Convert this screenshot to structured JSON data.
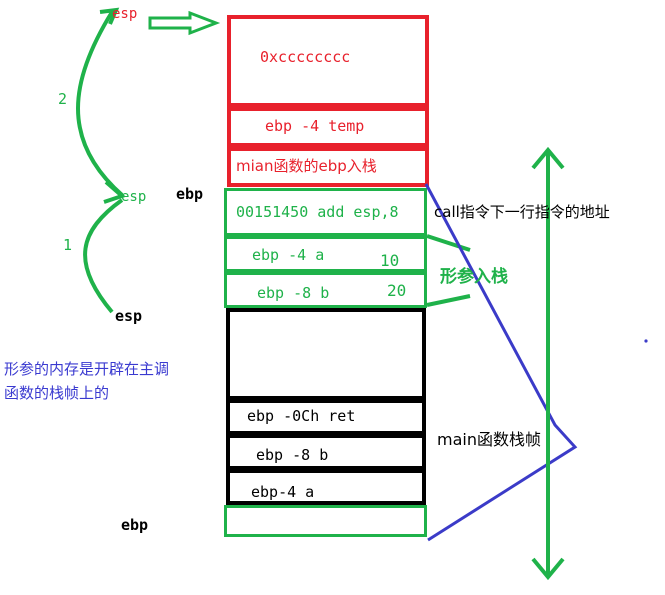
{
  "colors": {
    "red": "#e8212c",
    "green": "#1fb24a",
    "black": "#000000",
    "blue": "#3b3bc8",
    "text_red": "#e8212c",
    "text_green": "#1fb24a",
    "text_black": "#000000",
    "text_blue": "#3a3ad0"
  },
  "labels": {
    "esp_top": "esp",
    "step2": "2",
    "esp_mid": "esp",
    "ebp_mid": "ebp",
    "step1": "1",
    "esp_bottom": "esp",
    "ebp_bottom": "ebp",
    "call_note": "call指令下一行指令的地址",
    "param_push": "形参入栈",
    "main_frame": "main函数栈帧",
    "note_line1": "形参的内存是开辟在主调",
    "note_line2": "函数的栈帧上的"
  },
  "stack": {
    "cell_fill": "0xcccccccc",
    "temp": "ebp -4   temp",
    "saved_ebp": "mian函数的ebp入栈",
    "ret_addr": "00151450  add esp,8",
    "param_a": "ebp -4    a",
    "val_a": "10",
    "param_b": "ebp -8    b",
    "val_b": "20",
    "main_ret": "ebp -0Ch   ret",
    "main_b": "ebp -8    b",
    "main_a": "ebp-4     a"
  }
}
